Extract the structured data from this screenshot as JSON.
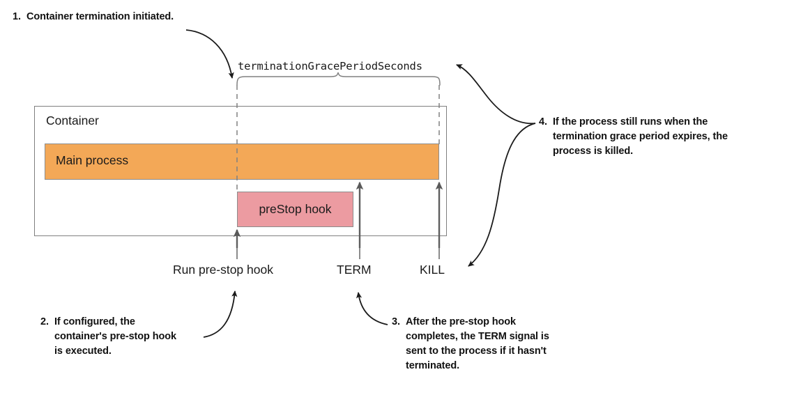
{
  "diagram": {
    "title_concept": "Kubernetes container termination sequence",
    "container": {
      "label": "Container",
      "main_process_label": "Main process",
      "main_process_color": "#F3A857",
      "prestop_label": "preStop hook",
      "prestop_color": "#EC9BA1",
      "border_color": "#7f7f7f"
    },
    "grace_period": {
      "label": "terminationGracePeriodSeconds"
    },
    "timeline_labels": [
      {
        "id": "prestop",
        "text": "Run pre-stop hook"
      },
      {
        "id": "term",
        "text": "TERM"
      },
      {
        "id": "kill",
        "text": "KILL"
      }
    ],
    "notes": [
      {
        "id": "note-1",
        "number": "1.",
        "text": "Container termination initiated."
      },
      {
        "id": "note-2",
        "number": "2.",
        "text": "If configured, the container's pre-stop hook is executed."
      },
      {
        "id": "note-3",
        "number": "3.",
        "text": "After the pre-stop hook completes, the TERM signal is sent to the process if it hasn't terminated."
      },
      {
        "id": "note-4",
        "number": "4.",
        "text": "If the process still runs when the termination grace period expires, the process is killed."
      }
    ]
  }
}
